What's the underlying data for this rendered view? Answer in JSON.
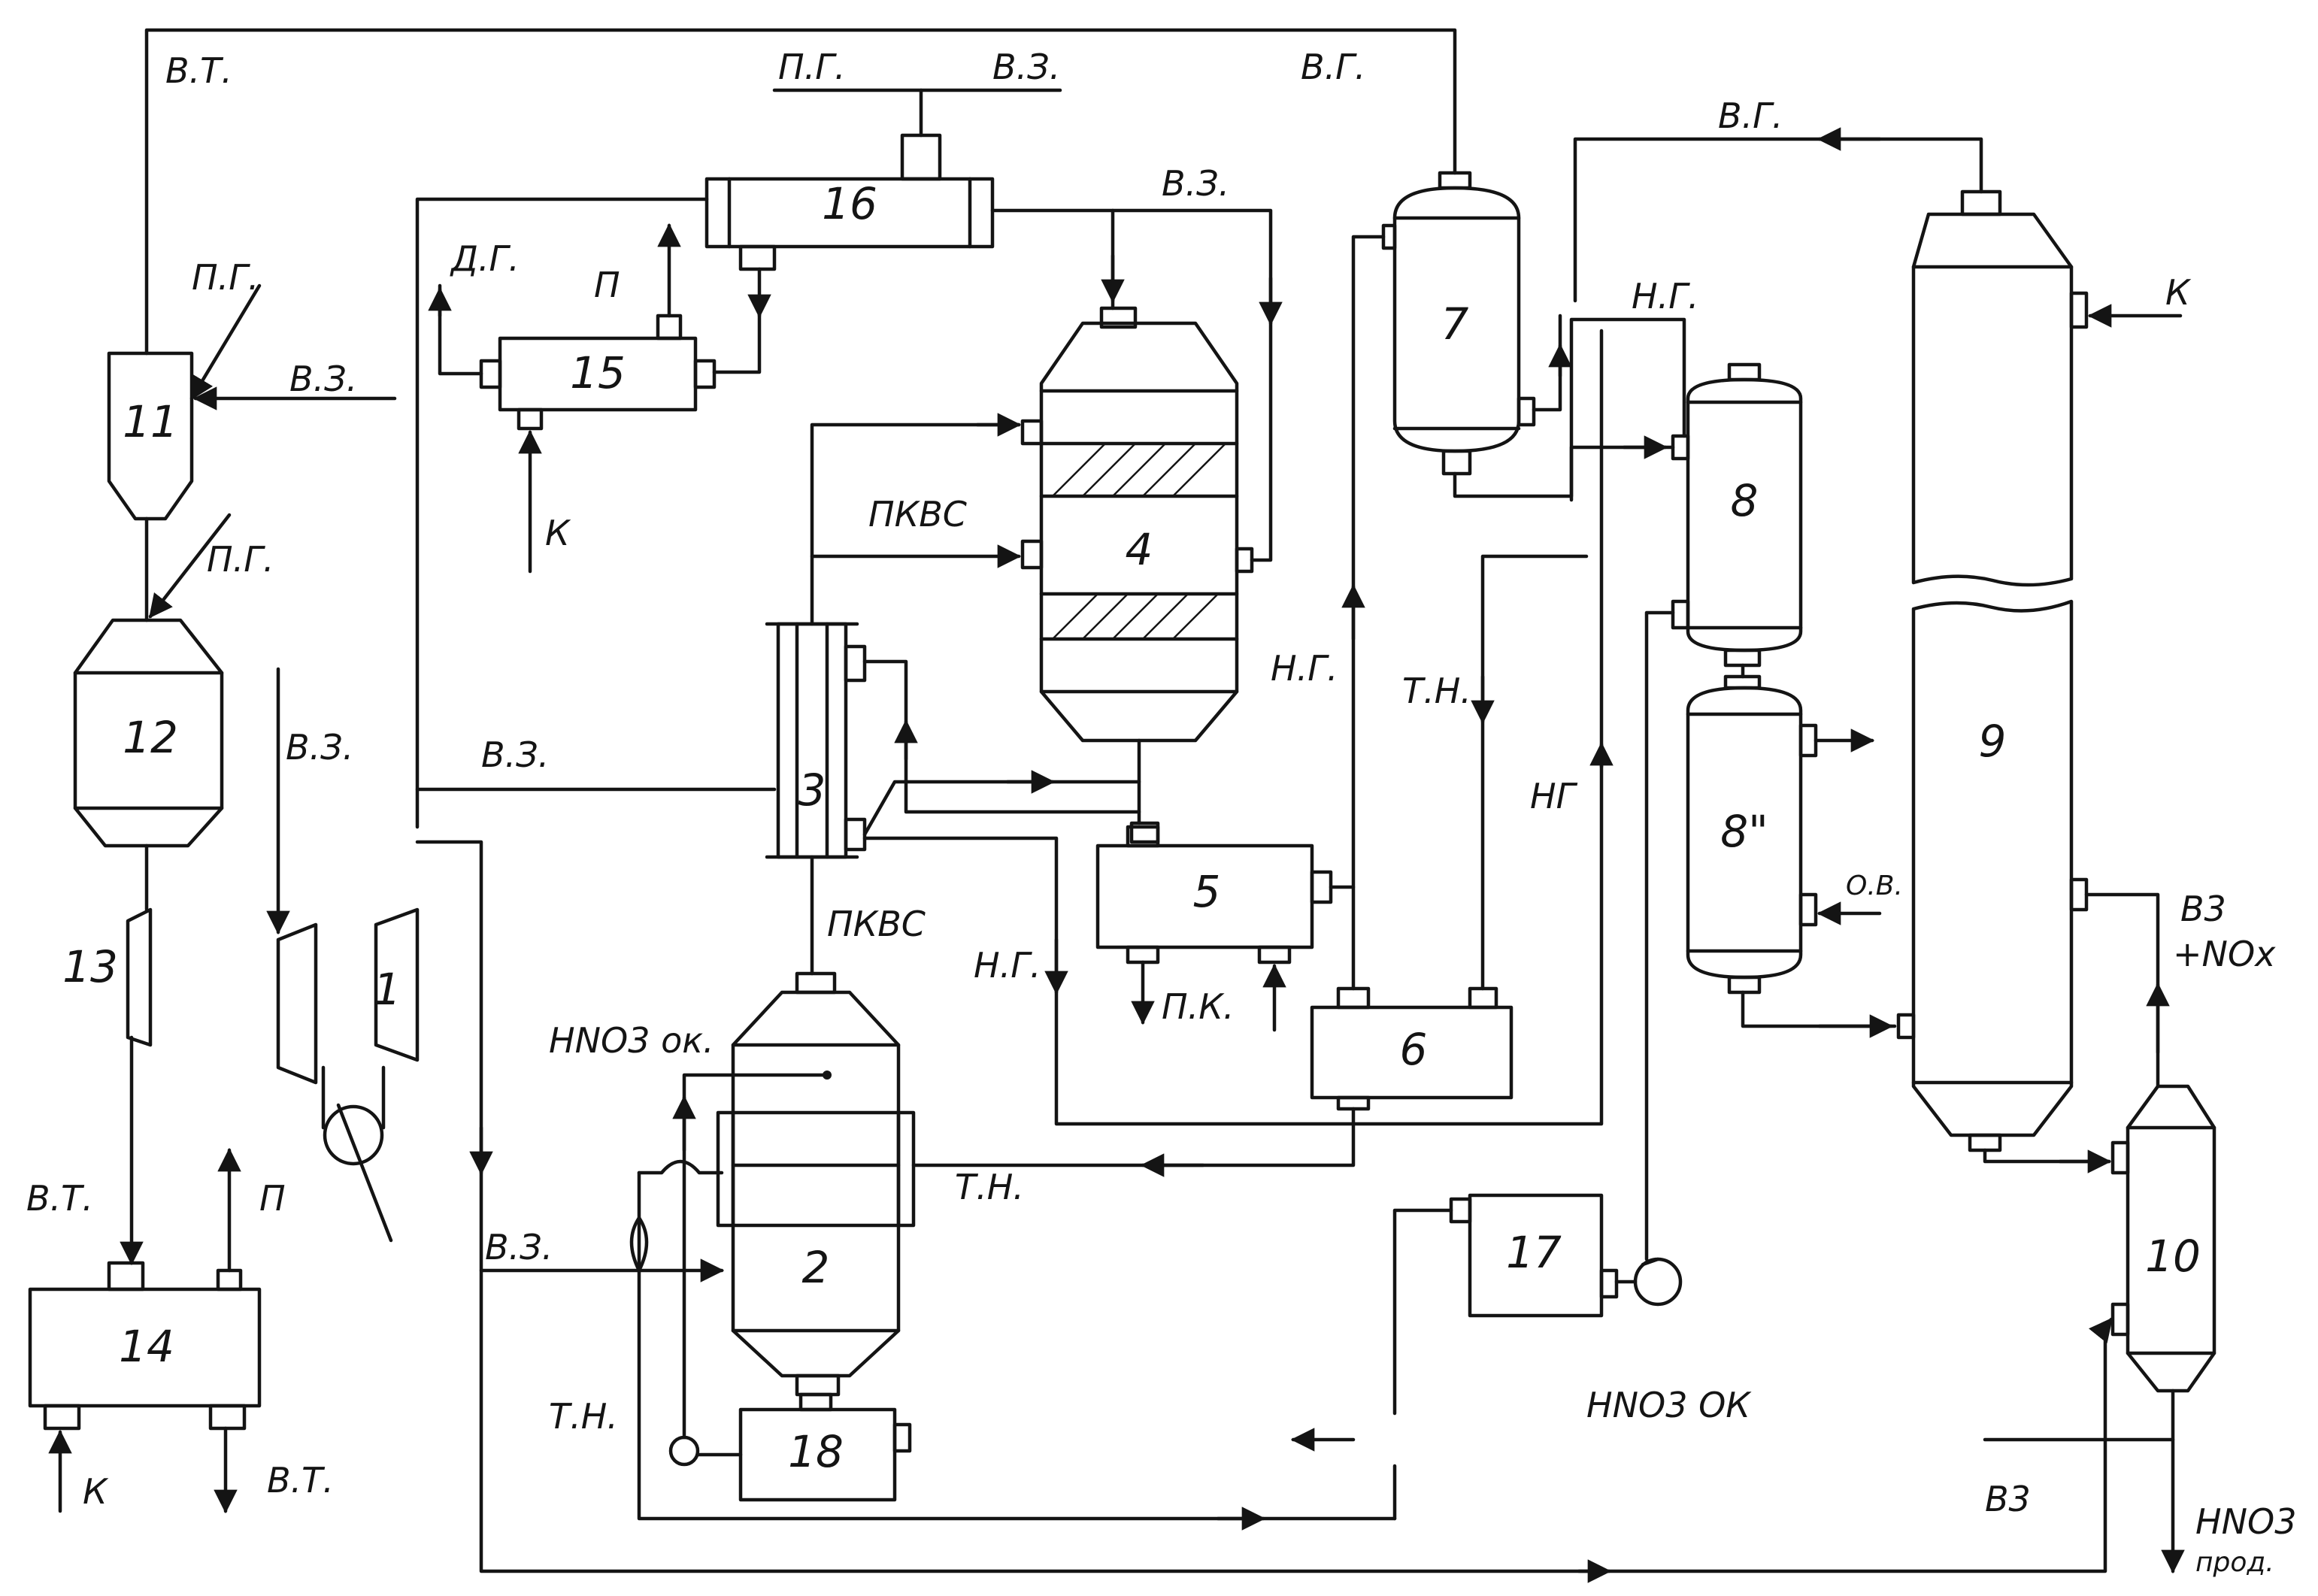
{
  "diagram": {
    "colors": {
      "ink": "#141414",
      "paper": "#ffffff"
    },
    "units": [
      {
        "id": "u1",
        "number": "1"
      },
      {
        "id": "u2",
        "number": "2"
      },
      {
        "id": "u3",
        "number": "3"
      },
      {
        "id": "u4",
        "number": "4"
      },
      {
        "id": "u5",
        "number": "5"
      },
      {
        "id": "u6",
        "number": "6"
      },
      {
        "id": "u7",
        "number": "7"
      },
      {
        "id": "u8",
        "number": "8"
      },
      {
        "id": "u8b",
        "number": "8\""
      },
      {
        "id": "u9",
        "number": "9"
      },
      {
        "id": "u10",
        "number": "10"
      },
      {
        "id": "u11",
        "number": "11"
      },
      {
        "id": "u12",
        "number": "12"
      },
      {
        "id": "u13",
        "number": "13"
      },
      {
        "id": "u14",
        "number": "14"
      },
      {
        "id": "u15",
        "number": "15"
      },
      {
        "id": "u16",
        "number": "16"
      },
      {
        "id": "u17",
        "number": "17"
      },
      {
        "id": "u18",
        "number": "18"
      }
    ],
    "stream_labels": [
      "В.Т.",
      "П.Г.",
      "В.З.",
      "В.Г.",
      "Д.Г.",
      "П",
      "К",
      "В.З.",
      "В.З.",
      "ПКВС",
      "В.З.",
      "ПКВС",
      "В.З.",
      "Н.Г.",
      "Т.Н.",
      "НГ",
      "Н.Г.",
      "Н.Г.",
      "В.Г.",
      "К",
      "П.К.",
      "О.В.",
      "В3",
      "+NOx",
      "HNO3 ок.",
      "Т.Н.",
      "В.З.",
      "Т.Н.",
      "HNO3 ОК",
      "В3",
      "HNO3",
      "прод.",
      "В.Т.",
      "П",
      "К",
      "В.Т.",
      "П.Г.",
      "П.Г."
    ]
  }
}
